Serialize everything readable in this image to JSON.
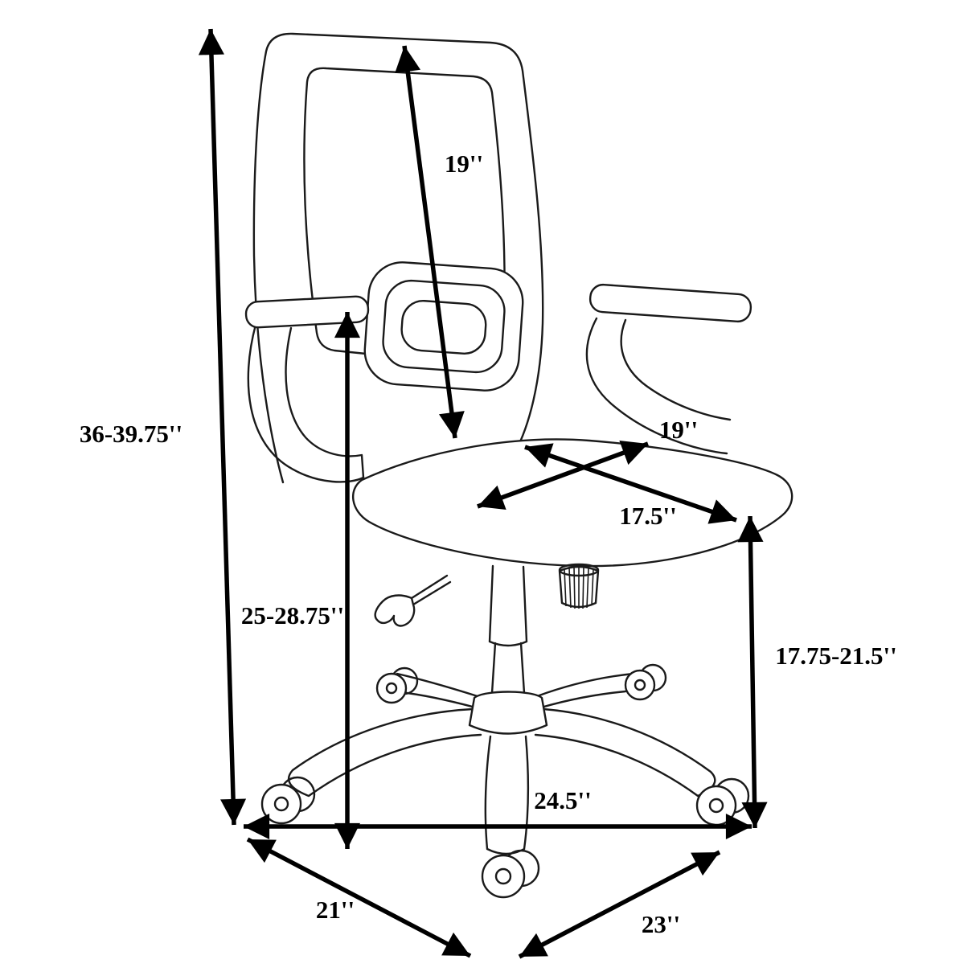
{
  "page": {
    "background": "#ffffff",
    "ink": "#000000"
  },
  "diagram": {
    "subject": "office-chair-dimension-drawing",
    "labels": {
      "overall_height": "36-39.75''",
      "backrest_height": "19''",
      "armrest_height": "25-28.75''",
      "seat_width": "19''",
      "seat_depth": "17.5''",
      "seat_to_floor_height": "17.75-21.5''",
      "base_width": "24.5''",
      "base_front_left": "21''",
      "base_front_right": "23''"
    }
  }
}
